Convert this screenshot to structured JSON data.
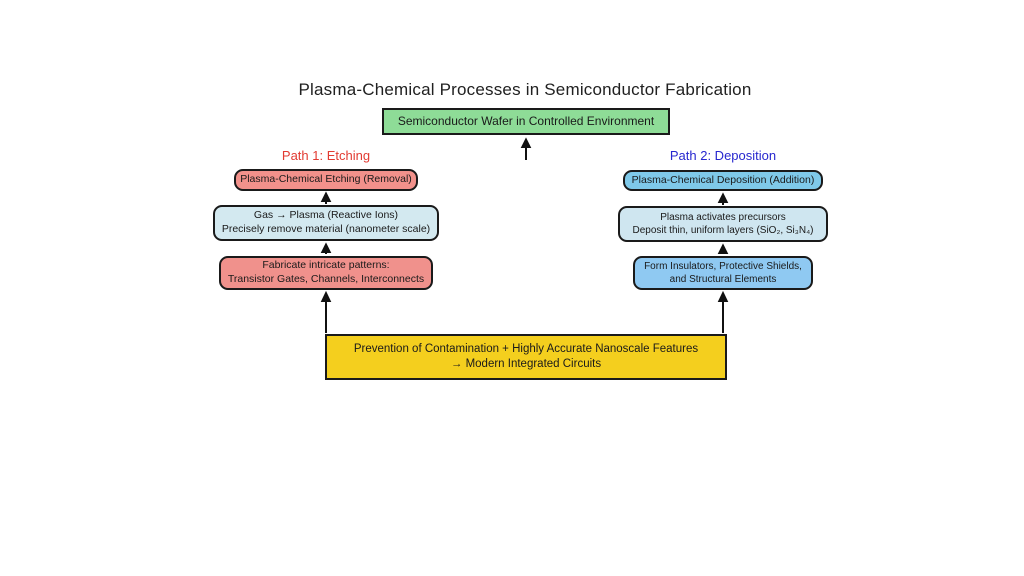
{
  "title": "Plasma-Chemical Processes in Semiconductor Fabrication",
  "top_box": {
    "label": "Semiconductor Wafer in Controlled Environment"
  },
  "paths": {
    "etching": {
      "heading": "Path 1: Etching",
      "boxes": [
        {
          "lines": [
            "Plasma-Chemical Etching (Removal)"
          ]
        },
        {
          "lines": [
            "Gas → Plasma (Reactive Ions)",
            "Precisely remove material (nanometer scale)"
          ]
        },
        {
          "lines": [
            "Fabricate intricate patterns:",
            "Transistor Gates, Channels, Interconnects"
          ]
        }
      ]
    },
    "deposition": {
      "heading": "Path 2: Deposition",
      "boxes": [
        {
          "lines": [
            "Plasma-Chemical Deposition (Addition)"
          ]
        },
        {
          "lines": [
            "Plasma activates precursors",
            "Deposit thin, uniform layers (SiO₂, Si₃N₄)"
          ]
        },
        {
          "lines": [
            "Form Insulators, Protective Shields,",
            "and Structural Elements"
          ]
        }
      ]
    }
  },
  "outcome_box": {
    "lines": [
      "Prevention of Contamination + Highly Accurate Nanoscale Features",
      "→ Modern Integrated Circuits"
    ]
  },
  "colors": {
    "wafer_fill": "#8edc97",
    "etch_fill": "#f2918b",
    "etch_mid_fill": "#d3e9f0",
    "etch_low_fill": "#f0918c",
    "dep_fill": "#7fc9e9",
    "dep_mid_fill": "#cfe6f0",
    "dep_low_fill": "#8fc9f2",
    "outcome_fill": "#f4cf1e",
    "heading_red": "#e23b32",
    "heading_blue": "#2727cf",
    "border": "#1a1a1a",
    "arrow": "#111111"
  }
}
